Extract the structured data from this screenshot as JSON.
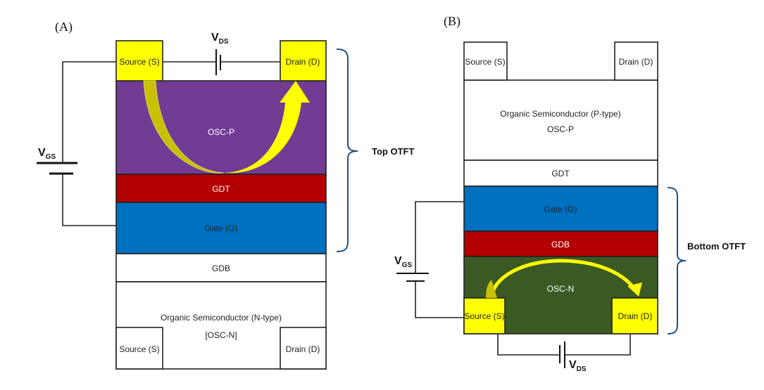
{
  "panel_a": {
    "label": "(A)",
    "vds": "V",
    "vds_sub": "DS",
    "vgs": "V",
    "vgs_sub": "GS",
    "source_top": "Source (S)",
    "drain_top": "Drain (D)",
    "osc_p": "OSC-P",
    "gdt": "GDT",
    "gate": "Gate (G)",
    "gdb": "GDB",
    "osc_n_line1": "Organic Semiconductor (N-type)",
    "osc_n_line2": "[OSC-N]",
    "source_bottom": "Source (S)",
    "drain_bottom": "Drain (D)",
    "brace_label": "Top OTFT"
  },
  "panel_b": {
    "label": "(B)",
    "vds": "V",
    "vds_sub": "DS",
    "vgs": "V",
    "vgs_sub": "GS",
    "source_top": "Source (S)",
    "drain_top": "Drain (D)",
    "osc_p_line1": "Organic Semiconductor (P-type)",
    "osc_p_line2": "OSC-P",
    "gdt": "GDT",
    "gate": "Gate (G)",
    "gdb": "GDB",
    "osc_n": "OSC-N",
    "source_bottom": "Source (S)",
    "drain_bottom": "Drain (D)",
    "brace_label": "Bottom OTFT"
  },
  "colors": {
    "electrode": "#ffff00",
    "osc_p": "#733c94",
    "dielectric_red": "#b30000",
    "gate_blue": "#0070c0",
    "osc_n_green": "#3b5a23",
    "brace": "#1f4e8c"
  }
}
